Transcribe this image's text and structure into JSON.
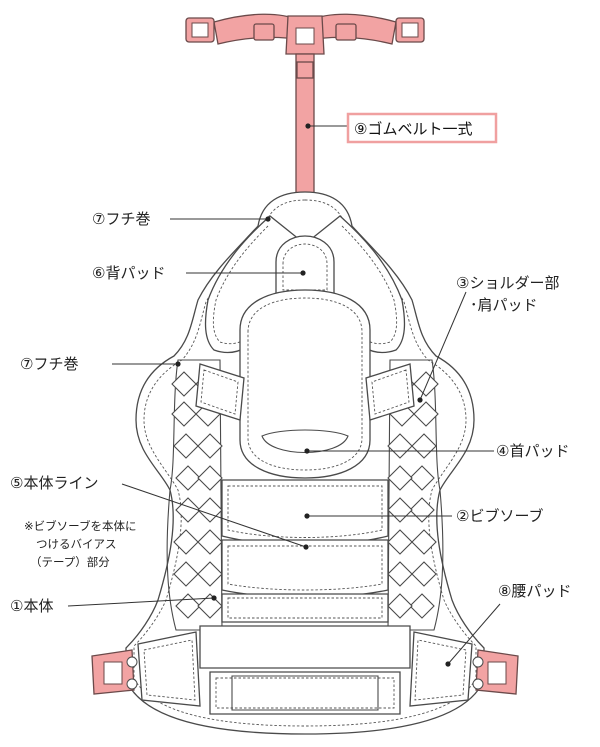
{
  "labels": {
    "rubber_belt": "⑨ゴムベルト一式",
    "binding_top": "⑦フチ巻",
    "back_pad": "⑥背パッド",
    "shoulder_pad_l1": "③ショルダー部",
    "shoulder_pad_l2": "･肩パッド",
    "binding_side": "⑦フチ巻",
    "neck_pad": "④首パッド",
    "body_line": "⑤本体ライン",
    "bib_sole": "②ビブソーブ",
    "note_l1": "※ビブソーブを本体に",
    "note_l2": "つけるバイアス",
    "note_l3": "（テープ）部分",
    "body": "①本体",
    "waist_pad": "⑧腰パッド"
  },
  "colors": {
    "belt_fill": "#f2a3a3",
    "belt_label_border": "#f0a0a0",
    "outline": "#4a4a4a"
  }
}
